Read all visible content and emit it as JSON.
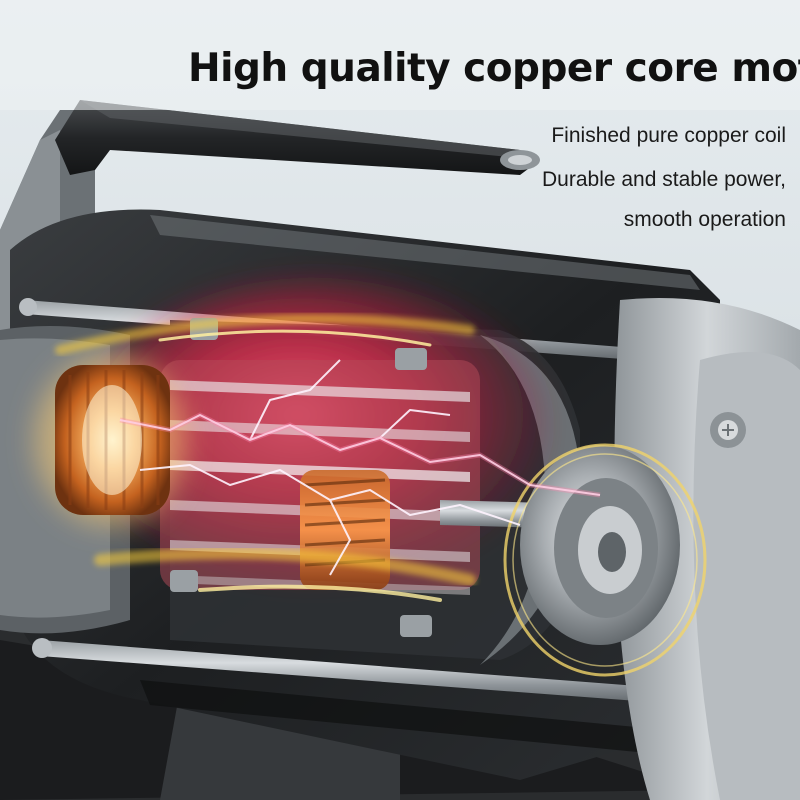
{
  "banner": {
    "headline": "High quality copper core motor",
    "features": [
      "Finished pure copper coil",
      "Durable and stable power,",
      "smooth operation"
    ]
  },
  "colors": {
    "background": "#dfe6ea",
    "headline": "#111111",
    "copper": "#e88a3a",
    "glow": "#ff2a50",
    "spark": "#ffd23a"
  },
  "image": {
    "subject": "motor-cutaway"
  }
}
